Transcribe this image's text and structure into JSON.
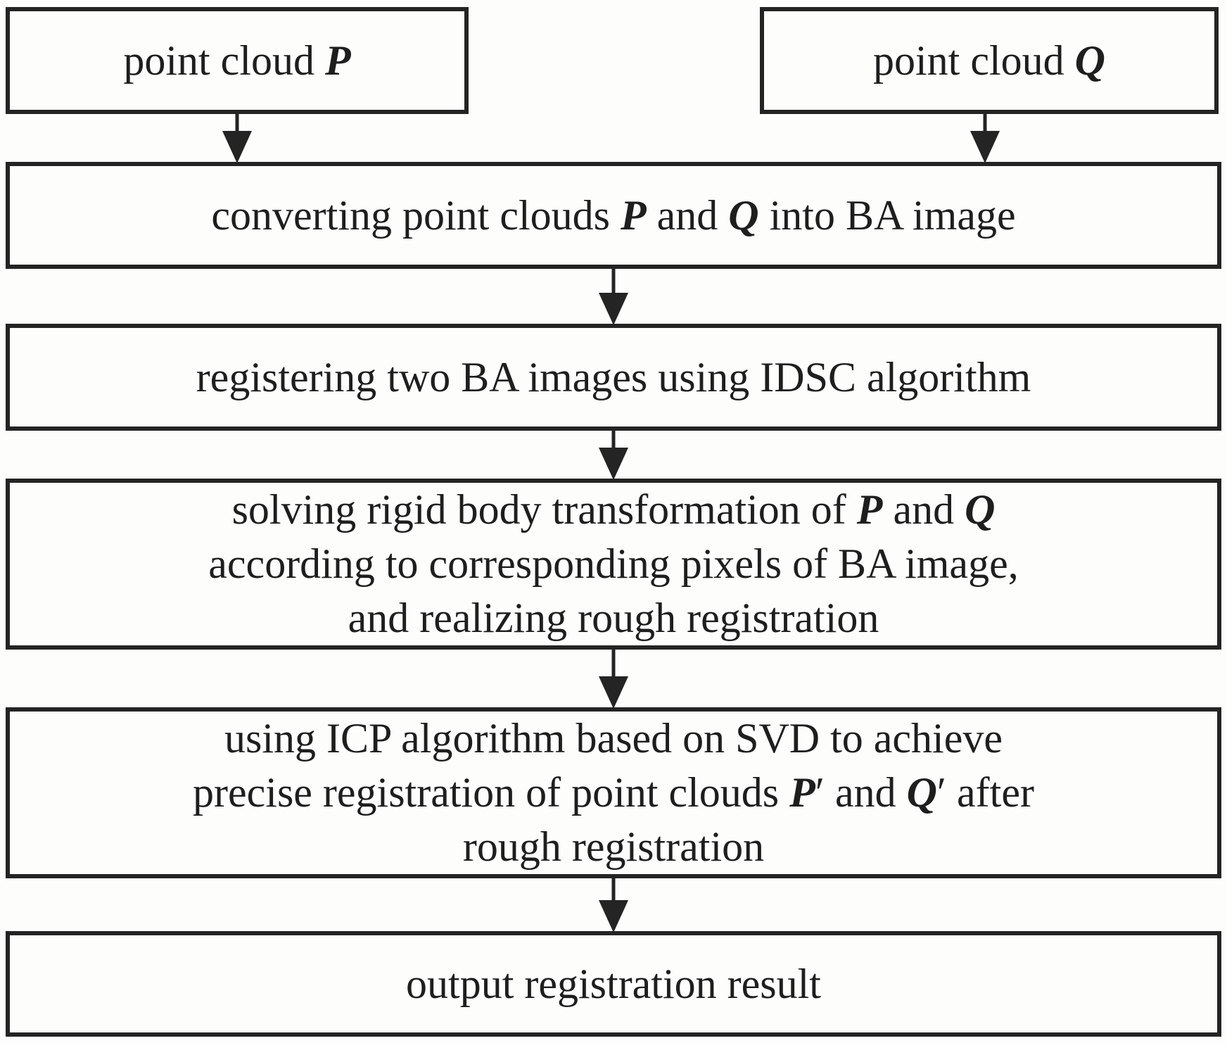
{
  "diagram": {
    "type": "flowchart",
    "colors": {
      "background": "#fdfdfb",
      "line": "#242424",
      "text": "#1e1e1e"
    },
    "boxes": [
      {
        "id": "point-cloud-p",
        "lines": [
          [
            {
              "t": "point cloud "
            },
            {
              "t": "P",
              "em": true
            }
          ]
        ]
      },
      {
        "id": "point-cloud-q",
        "lines": [
          [
            {
              "t": "point cloud "
            },
            {
              "t": "Q",
              "em": true
            }
          ]
        ]
      },
      {
        "id": "convert-to-ba-image",
        "lines": [
          [
            {
              "t": "converting point clouds "
            },
            {
              "t": "P",
              "em": true
            },
            {
              "t": " and "
            },
            {
              "t": "Q",
              "em": true
            },
            {
              "t": " into BA image"
            }
          ]
        ]
      },
      {
        "id": "register-idsc",
        "lines": [
          [
            {
              "t": "registering two BA images using IDSC algorithm"
            }
          ]
        ]
      },
      {
        "id": "solve-rigid-transformation",
        "lines": [
          [
            {
              "t": "solving rigid body transformation of "
            },
            {
              "t": "P",
              "em": true
            },
            {
              "t": " and "
            },
            {
              "t": "Q",
              "em": true
            }
          ],
          [
            {
              "t": "according to corresponding pixels of BA image,"
            }
          ],
          [
            {
              "t": "and realizing rough registration"
            }
          ]
        ]
      },
      {
        "id": "icp-svd-precise-registration",
        "lines": [
          [
            {
              "t": "using ICP algorithm based on SVD to achieve"
            }
          ],
          [
            {
              "t": "precise registration of point clouds "
            },
            {
              "t": "P",
              "em": true
            },
            {
              "t": "′ and "
            },
            {
              "t": "Q",
              "em": true
            },
            {
              "t": "′ after"
            }
          ],
          [
            {
              "t": "rough registration"
            }
          ]
        ]
      },
      {
        "id": "output-result",
        "lines": [
          [
            {
              "t": "output registration result"
            }
          ]
        ]
      }
    ],
    "connections": [
      {
        "from": "point-cloud-p",
        "to": "convert-to-ba-image"
      },
      {
        "from": "point-cloud-q",
        "to": "convert-to-ba-image"
      },
      {
        "from": "convert-to-ba-image",
        "to": "register-idsc"
      },
      {
        "from": "register-idsc",
        "to": "solve-rigid-transformation"
      },
      {
        "from": "solve-rigid-transformation",
        "to": "icp-svd-precise-registration"
      },
      {
        "from": "icp-svd-precise-registration",
        "to": "output-result"
      }
    ]
  }
}
